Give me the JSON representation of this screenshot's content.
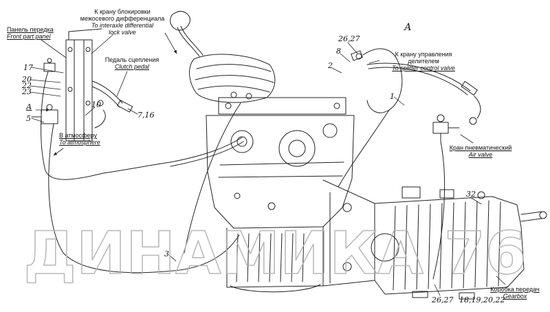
{
  "watermark": {
    "text": "ДИНАМИКА 76"
  },
  "labels": {
    "interaxle": {
      "ru1": "К крану блокировки",
      "ru2": "межосевого дифференциала",
      "en1": "To interaxle differential",
      "en2": "lock valve"
    },
    "front_panel": {
      "ru": "Панель передка",
      "en": "Front part panel"
    },
    "clutch_pedal": {
      "ru": "Педаль сцепления",
      "en": "Clutch pedal"
    },
    "atmosphere": {
      "ru": "В атмосферу",
      "en": "To atmosphere"
    },
    "splitter": {
      "ru1": "К крану управления",
      "ru2": "делителем",
      "en": "To splitter control valve"
    },
    "air_valve": {
      "ru": "Кран пневматический",
      "en": "Air valve"
    },
    "gearbox": {
      "ru": "Коробка передач",
      "en": "Gearbox"
    },
    "section_a_left": "А",
    "section_a_right": "А"
  },
  "callouts": {
    "n17": "17",
    "n20": "20",
    "n22": "22",
    "n23": "23",
    "n5": "5",
    "n10": "10",
    "n7_16": "7,16",
    "n26_27_top": "26,27",
    "n8": "8",
    "n2": "2",
    "n1": "1",
    "n32": "32",
    "n3": "3",
    "n26_27_bottom": "26,27",
    "n18_19_20_22": "18,19,20,22"
  }
}
